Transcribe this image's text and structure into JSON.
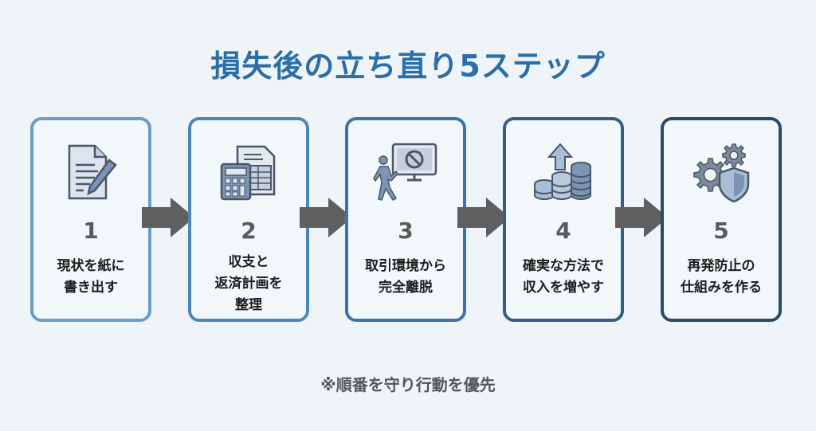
{
  "title": "損失後の立ち直り5ステップ",
  "steps": [
    {
      "number": "1",
      "label_lines": [
        "現状を紙に",
        "書き出す"
      ],
      "icon": "document-pen-icon",
      "border_color": "#6a9ec8"
    },
    {
      "number": "2",
      "label_lines": [
        "収支と",
        "返済計画を",
        "整理"
      ],
      "icon": "calculator-spreadsheet-icon",
      "border_color": "#4f86b8"
    },
    {
      "number": "3",
      "label_lines": [
        "取引環境から",
        "完全離脱"
      ],
      "icon": "walk-away-monitor-icon",
      "border_color": "#3f74a6"
    },
    {
      "number": "4",
      "label_lines": [
        "確実な方法で",
        "収入を増やす"
      ],
      "icon": "coins-growth-icon",
      "border_color": "#355e86"
    },
    {
      "number": "5",
      "label_lines": [
        "再発防止の",
        "仕組みを作る"
      ],
      "icon": "gears-shield-icon",
      "border_color": "#2a4a68"
    }
  ],
  "arrow_color": "#5f5f5f",
  "footnote": "※順番を守り行動を優先"
}
